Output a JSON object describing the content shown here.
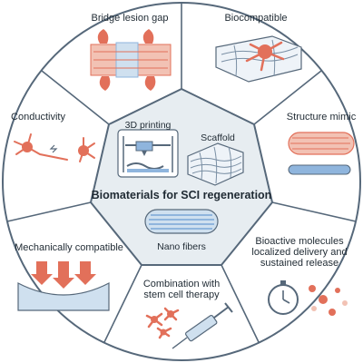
{
  "center": {
    "title": "Biomaterials for SCI regeneration",
    "items": {
      "printing": "3D printing",
      "scaffold": "Scaffold",
      "nanofibers": "Nano fibers"
    }
  },
  "features": {
    "bridge": "Bridge lesion gap",
    "biocompatible": "Biocompatible",
    "conductivity": "Conductivity",
    "structure": "Structure mimic",
    "mechanical": "Mechanically compatible",
    "bioactive": [
      "Bioactive molecules",
      "localized delivery and",
      "sustained release"
    ],
    "combination": [
      "Combination with",
      "stem cell therapy"
    ]
  },
  "colors": {
    "frame": "#56687a",
    "heptagon_fill": "#e7edf1",
    "accent_red": "#e2705a",
    "tissue_pink": "#f2c2b4",
    "blue": "#8fb5dd",
    "light_blue": "#cfe0ef"
  }
}
